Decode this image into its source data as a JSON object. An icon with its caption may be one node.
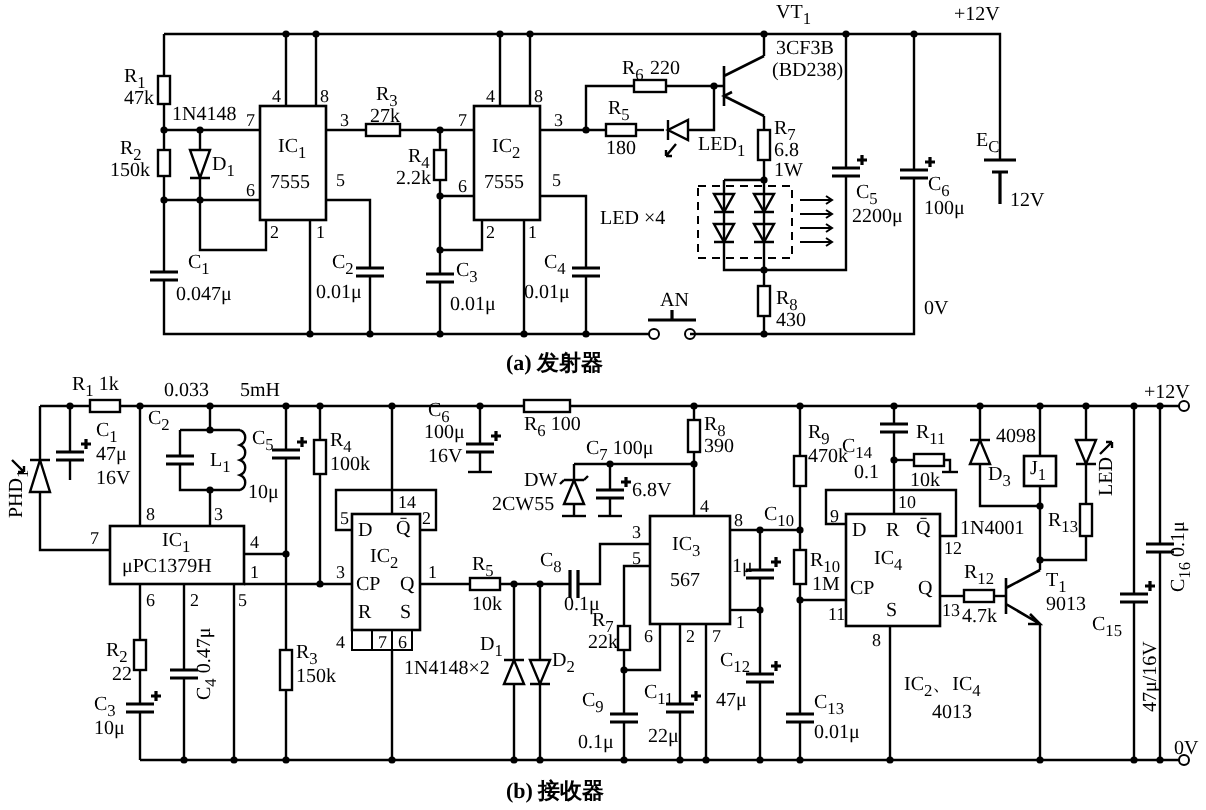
{
  "diagram": {
    "labels": [
      "R$_{1}$",
      "47k",
      "1N4148",
      "R$_{2}$",
      "150k",
      "D$_{1}$",
      "C$_{1}$",
      "0.047μ",
      "4",
      "8",
      "7",
      "IC$_{1}$",
      "6",
      "7555",
      "2",
      "3",
      "5",
      "1",
      "R$_{3}$",
      "27k",
      "R$_{4}$",
      "2.2k",
      "C$_{2}$",
      "0.01μ",
      "C$_{3}$",
      "0.01μ",
      "4",
      "8",
      "7",
      "IC$_{2}$",
      "6",
      "7555",
      "2",
      "3",
      "5",
      "1",
      "C$_{4}$",
      "0.01μ",
      "R$_{6}$",
      "220",
      "R$_{5}$",
      "180",
      "LED$_{1}$",
      "VT$_{1}$",
      "3CF3B",
      "(BD238)",
      "R$_{7}$",
      "6.8",
      "1W",
      "LED ×4",
      "C$_{5}$",
      "2200μ",
      "+12V",
      "C$_{6}$",
      "100μ",
      "E$_{C}$",
      "12V",
      "AN",
      "R$_{8}$",
      "430",
      "0V",
      "(a) 发射器",
      "R$_{1}$ 1k",
      "PHD$_{1}$",
      "C$_{1}$",
      "47μ",
      "16V",
      "0.033",
      "C$_{2}$",
      "L$_{1}$",
      "5mH",
      "C$_{5}$",
      "10μ",
      "R$_{4}$",
      "100k",
      "8",
      "3",
      "7",
      "IC$_{1}$",
      "4",
      "μPC1379H",
      "1",
      "6",
      "2",
      "5",
      "R$_{2}$",
      "22",
      "C$_{3}$",
      "10μ",
      "C$_{4}$ 0.47μ",
      "R$_{3}$",
      "150k",
      "14",
      "5",
      "D",
      "Q̄",
      "2",
      "IC$_{2}$",
      "3",
      "CP",
      "Q",
      "1",
      "R",
      "S",
      "4",
      "7",
      "6",
      "C$_{6}$",
      "100μ",
      "16V",
      "R$_{6}$ 100",
      "C$_{7}$ 100μ",
      "DW",
      "2CW55",
      "6.8V",
      "R$_{8}$",
      "390",
      "4",
      "3",
      "IC$_{3}$",
      "5",
      "567",
      "R$_{5}$",
      "10k",
      "C$_{8}$",
      "0.1μ",
      "1N4148×2",
      "D$_{1}$",
      "D$_{2}$",
      "R$_{7}$",
      "22k",
      "6",
      "2",
      "7",
      "C$_{9}$",
      "0.1μ",
      "C$_{11}$",
      "22μ",
      "8",
      "C$_{10}$",
      "1μ",
      "1",
      "C$_{12}$",
      "47μ",
      "R$_{9}$",
      "470k",
      "R$_{10}$",
      "1M",
      "C$_{13}$",
      "0.01μ",
      "C$_{14}$",
      "0.1",
      "R$_{11}$",
      "10k",
      "10",
      "9",
      "D",
      "R",
      "Q̄",
      "12",
      "IC$_{4}$",
      "CP",
      "Q",
      "11",
      "S",
      "13",
      "8",
      "D$_{3}$",
      "1N4001",
      "4098",
      "J$_{1}$",
      "R$_{13}$",
      "LED",
      "R$_{12}$",
      "4.7k",
      "T$_{1}$",
      "9013",
      "C$_{15}$",
      "47μ/16V",
      "C$_{16}$ 0.1μ",
      "+12V",
      "0V",
      "IC$_{2}$、IC$_{4}$",
      "4013",
      "(b) 接收器"
    ]
  }
}
